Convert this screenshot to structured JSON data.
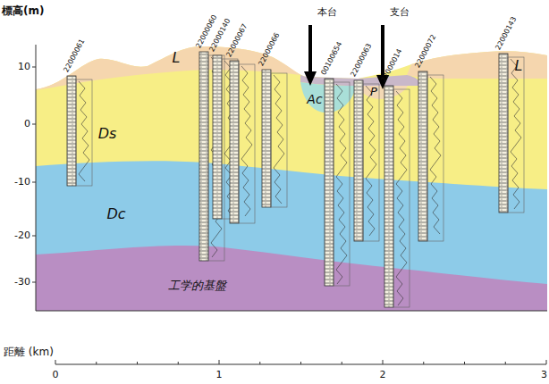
{
  "diagram": {
    "labels": [
      "標高(m)",
      "10",
      "0",
      "-10",
      "-20",
      "-30",
      "22000061",
      "22000060",
      "22000140",
      "22000067",
      "22000066",
      "00100654",
      "22000063",
      "22000014",
      "22000072",
      "22000143",
      "本台",
      "支台",
      "L",
      "L",
      "Ds",
      "Dc",
      "Ac",
      "P",
      "工学的基盤",
      "距離 (km)",
      "0",
      "1",
      "2",
      "3"
    ]
  }
}
